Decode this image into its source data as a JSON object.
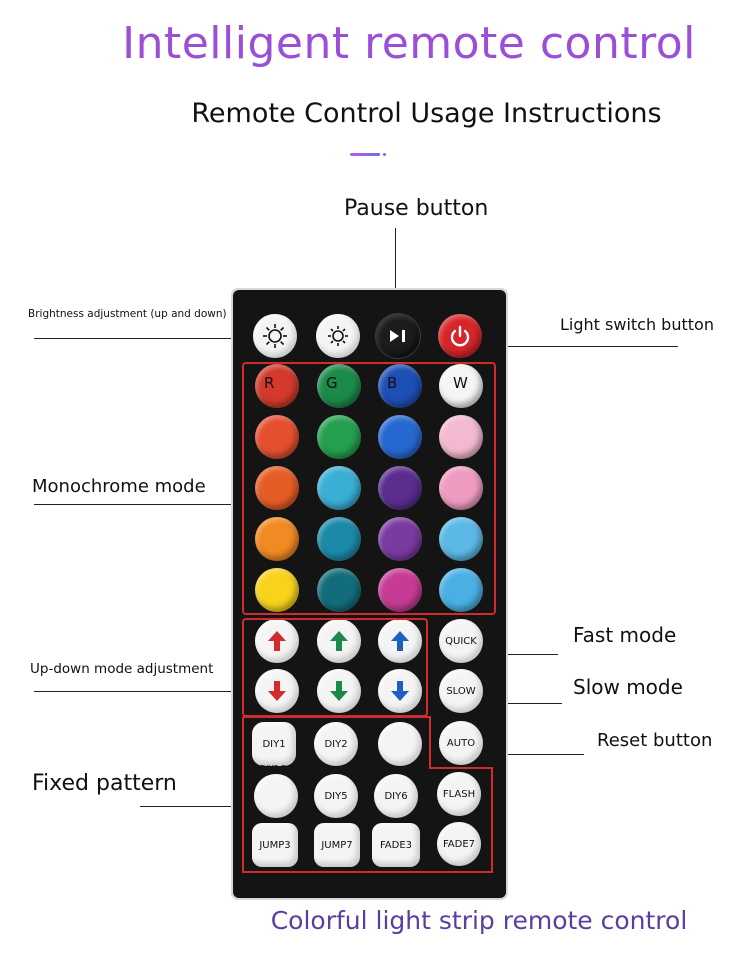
{
  "header": {
    "title": "Intelligent remote control",
    "subtitle": "Remote Control Usage Instructions"
  },
  "labels": {
    "pause": "Pause button",
    "brightness": "Brightness adjustment (up and down)",
    "light_switch": "Light switch button",
    "monochrome": "Monochrome mode",
    "updown": "Up-down mode adjustment",
    "fixed": "Fixed pattern",
    "fast": "Fast mode",
    "slow": "Slow mode",
    "reset": "Reset button"
  },
  "footer": "Colorful light strip remote control",
  "remote": {
    "color_letters": [
      "R",
      "G",
      "B",
      "W"
    ],
    "color_grid": [
      [
        "#d33a2c",
        "#1c8a4a",
        "#1e4fb5",
        "#f5f5f5"
      ],
      [
        "#e4502e",
        "#24a04e",
        "#2668d2",
        "#f2b9d0"
      ],
      [
        "#e55c24",
        "#3aaed4",
        "#5a2d8e",
        "#ef9bc1"
      ],
      [
        "#f08a22",
        "#1a8aa8",
        "#7a3aa0",
        "#5cb8e6"
      ],
      [
        "#f7d31c",
        "#136c7c",
        "#c63c94",
        "#4ab0e4"
      ]
    ],
    "arrow_colors": [
      "#d12b2b",
      "#1a8a4a",
      "#1e5fc0"
    ],
    "side_buttons": [
      "QUICK",
      "SLOW",
      "AUTO",
      "FLASH",
      "FADE7"
    ],
    "diy_row1": [
      "DIY1",
      "DIY2",
      ""
    ],
    "diy_overlap": "DIY3 DIY4",
    "diy_row2": [
      "",
      "DIY5",
      "DIY6"
    ],
    "bottom_row": [
      "JUMP3",
      "JUMP7",
      "FADE3"
    ]
  }
}
